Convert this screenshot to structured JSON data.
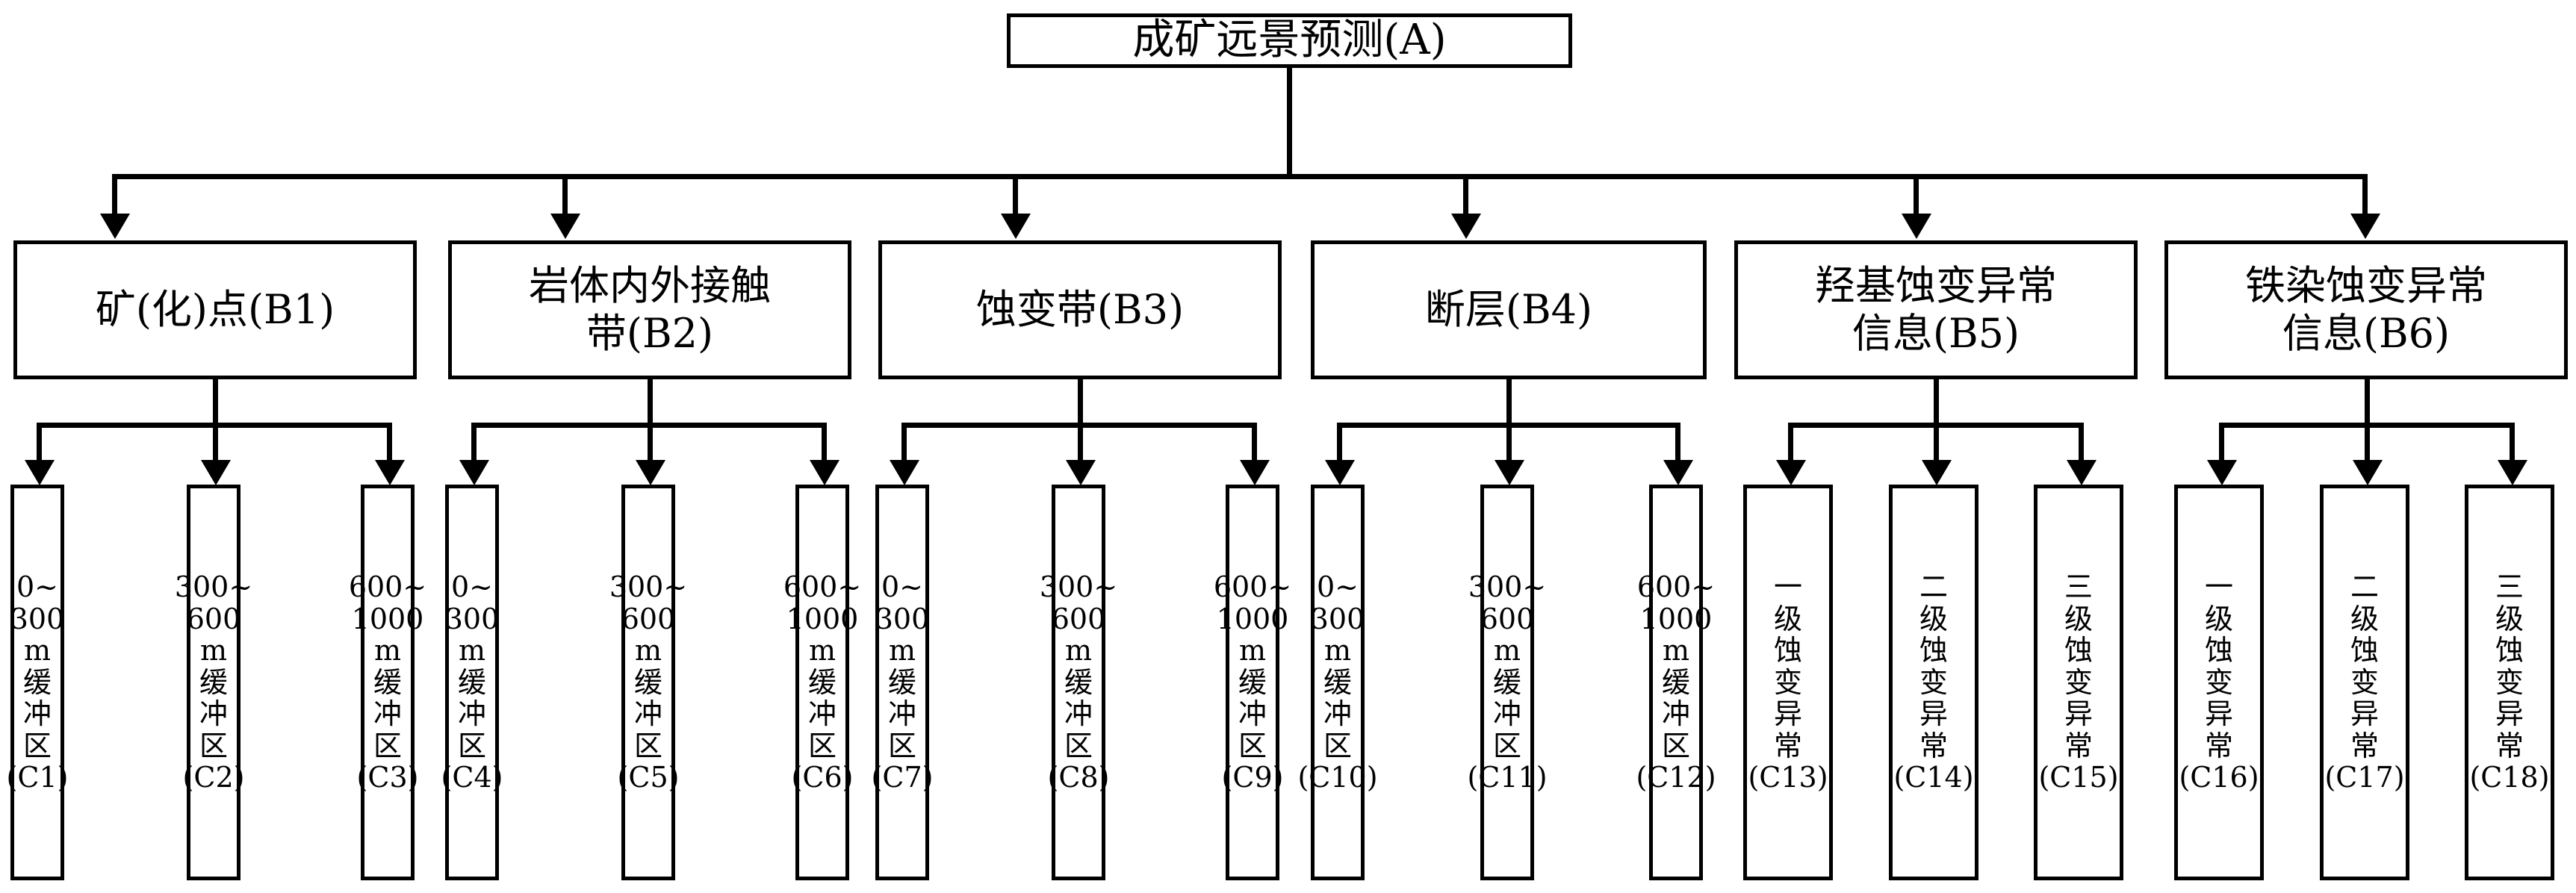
{
  "diagram": {
    "title_text": "成矿远景预测(A)",
    "type": "hierarchy-tree",
    "levels": [
      "A",
      "B",
      "C"
    ],
    "line_color": "#000000",
    "box_fill": "#ffffff",
    "box_border": "#000000"
  },
  "root": {
    "id": "A",
    "label": "成矿远景预测(A)"
  },
  "b_nodes": [
    {
      "id": "B1",
      "label": "矿(化)点(B1)"
    },
    {
      "id": "B2",
      "label": "岩体内外接触\n带(B2)"
    },
    {
      "id": "B3",
      "label": "蚀变带(B3)"
    },
    {
      "id": "B4",
      "label": "断层(B4)"
    },
    {
      "id": "B5",
      "label": "羟基蚀变异常\n信息(B5)"
    },
    {
      "id": "B6",
      "label": "铁染蚀变异常\n信息(B6)"
    }
  ],
  "c_nodes": [
    {
      "id": "C1",
      "parent": "B1",
      "label": "0~\n300 m\n缓\n冲\n区\n(C1)"
    },
    {
      "id": "C2",
      "parent": "B1",
      "label": "300~\n600 m\n缓\n冲\n区\n(C2)"
    },
    {
      "id": "C3",
      "parent": "B1",
      "label": "600~\n1000 m\n缓\n冲\n区\n(C3)"
    },
    {
      "id": "C4",
      "parent": "B2",
      "label": "0~\n300 m\n缓\n冲\n区\n(C4)"
    },
    {
      "id": "C5",
      "parent": "B2",
      "label": "300~\n600 m\n缓\n冲\n区\n(C5)"
    },
    {
      "id": "C6",
      "parent": "B2",
      "label": "600~\n1000 m\n缓\n冲\n区\n(C6)"
    },
    {
      "id": "C7",
      "parent": "B3",
      "label": "0~\n300 m\n缓\n冲\n区\n(C7)"
    },
    {
      "id": "C8",
      "parent": "B3",
      "label": "300~\n600 m\n缓\n冲\n区\n(C8)"
    },
    {
      "id": "C9",
      "parent": "B3",
      "label": "600~\n1000 m\n缓\n冲\n区\n(C9)"
    },
    {
      "id": "C10",
      "parent": "B4",
      "label": "0~\n300 m\n缓\n冲\n区\n(C10)"
    },
    {
      "id": "C11",
      "parent": "B4",
      "label": "300~\n600 m\n缓\n冲\n区\n(C11)"
    },
    {
      "id": "C12",
      "parent": "B4",
      "label": "600~\n1000 m\n缓\n冲\n区\n(C12)"
    },
    {
      "id": "C13",
      "parent": "B5",
      "label": "一\n级\n蚀\n变\n异\n常\n(C13)"
    },
    {
      "id": "C14",
      "parent": "B5",
      "label": "二\n级\n蚀\n变\n异\n常\n(C14)"
    },
    {
      "id": "C15",
      "parent": "B5",
      "label": "三\n级\n蚀\n变\n异\n常\n(C15)"
    },
    {
      "id": "C16",
      "parent": "B6",
      "label": "一\n级\n蚀\n变\n异\n常\n(C16)"
    },
    {
      "id": "C17",
      "parent": "B6",
      "label": "二\n级\n蚀\n变\n异\n常\n(C17)"
    },
    {
      "id": "C18",
      "parent": "B6",
      "label": "三\n级\n蚀\n变\n异\n常\n(C18)"
    }
  ]
}
